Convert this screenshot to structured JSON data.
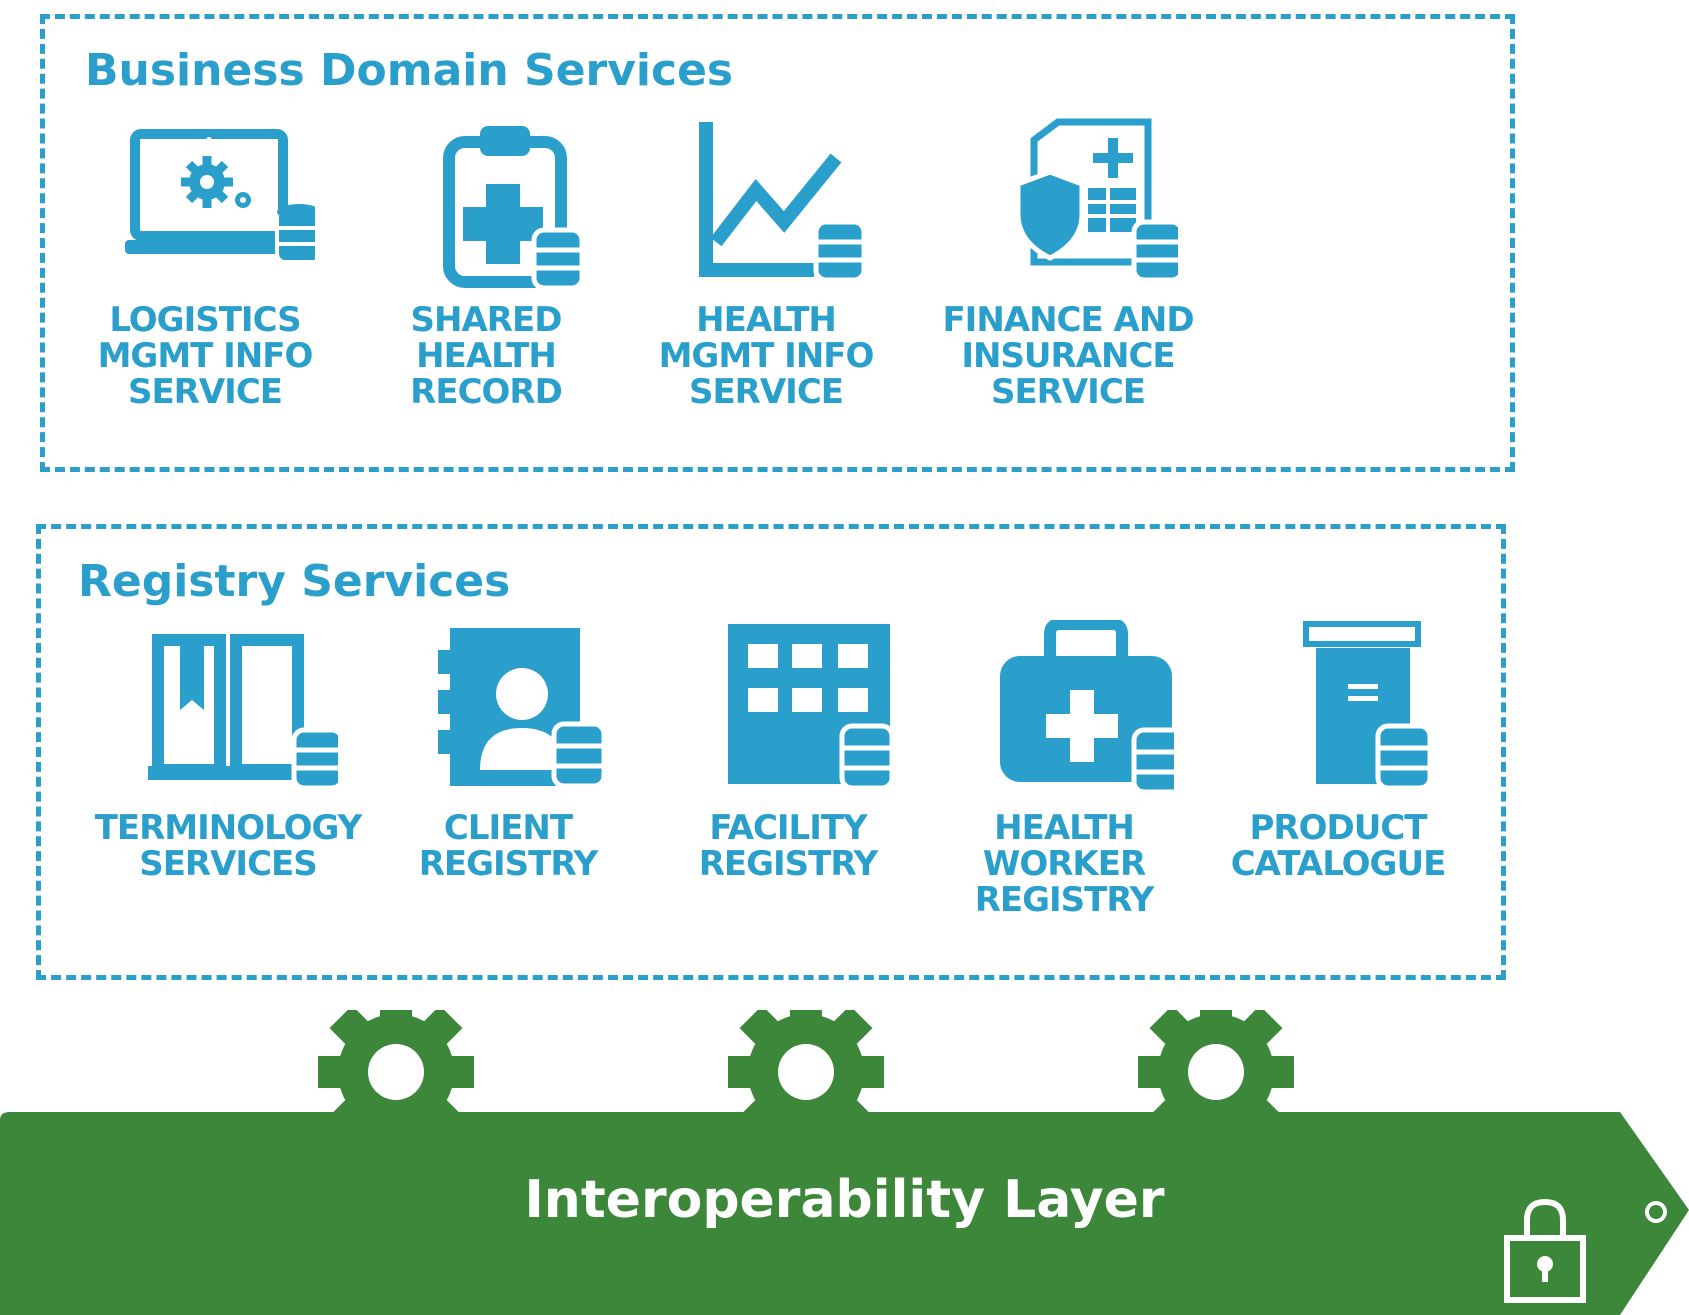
{
  "business_domain": {
    "title": "Business Domain Services",
    "services": [
      {
        "label": "LOGISTICS\nMGMT INFO\nSERVICE",
        "icon": "laptop-gears-database-icon"
      },
      {
        "label": "SHARED\nHEALTH\nRECORD",
        "icon": "clipboard-medical-database-icon"
      },
      {
        "label": "HEALTH\nMGMT INFO\nSERVICE",
        "icon": "line-chart-database-icon"
      },
      {
        "label": "FINANCE AND\nINSURANCE\nSERVICE",
        "icon": "insurance-document-database-icon"
      }
    ]
  },
  "registry": {
    "title": "Registry Services",
    "services": [
      {
        "label": "TERMINOLOGY\nSERVICES",
        "icon": "book-database-icon"
      },
      {
        "label": "CLIENT\nREGISTRY",
        "icon": "contact-book-database-icon"
      },
      {
        "label": "FACILITY\nREGISTRY",
        "icon": "building-database-icon"
      },
      {
        "label": "HEALTH\nWORKER\nREGISTRY",
        "icon": "medical-kit-database-icon"
      },
      {
        "label": "PRODUCT\nCATALOGUE",
        "icon": "product-package-database-icon"
      }
    ]
  },
  "interoperability": {
    "title": "Interoperability Layer",
    "icons": [
      "gear-icon",
      "gear-icon",
      "gear-icon",
      "lock-icon"
    ]
  },
  "colors": {
    "accent_blue": "#2a9fcb",
    "layer_green": "#3c873a",
    "white": "#ffffff"
  }
}
